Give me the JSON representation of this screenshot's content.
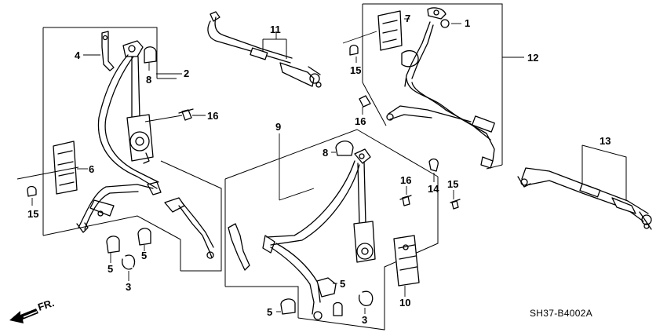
{
  "diagram": {
    "code": "SH37-B4002A",
    "direction_label": "FR.",
    "callouts": {
      "c1": "1",
      "c2": "2",
      "c3a": "3",
      "c3b": "3",
      "c4": "4",
      "c5a": "5",
      "c5b": "5",
      "c5c": "5",
      "c5d": "5",
      "c6": "6",
      "c7": "7",
      "c8a": "8",
      "c8b": "8",
      "c9": "9",
      "c10": "10",
      "c11": "11",
      "c12": "12",
      "c13": "13",
      "c14": "14",
      "c15a": "15",
      "c15b": "15",
      "c15c": "15",
      "c16a": "16",
      "c16b": "16",
      "c16c": "16"
    }
  }
}
